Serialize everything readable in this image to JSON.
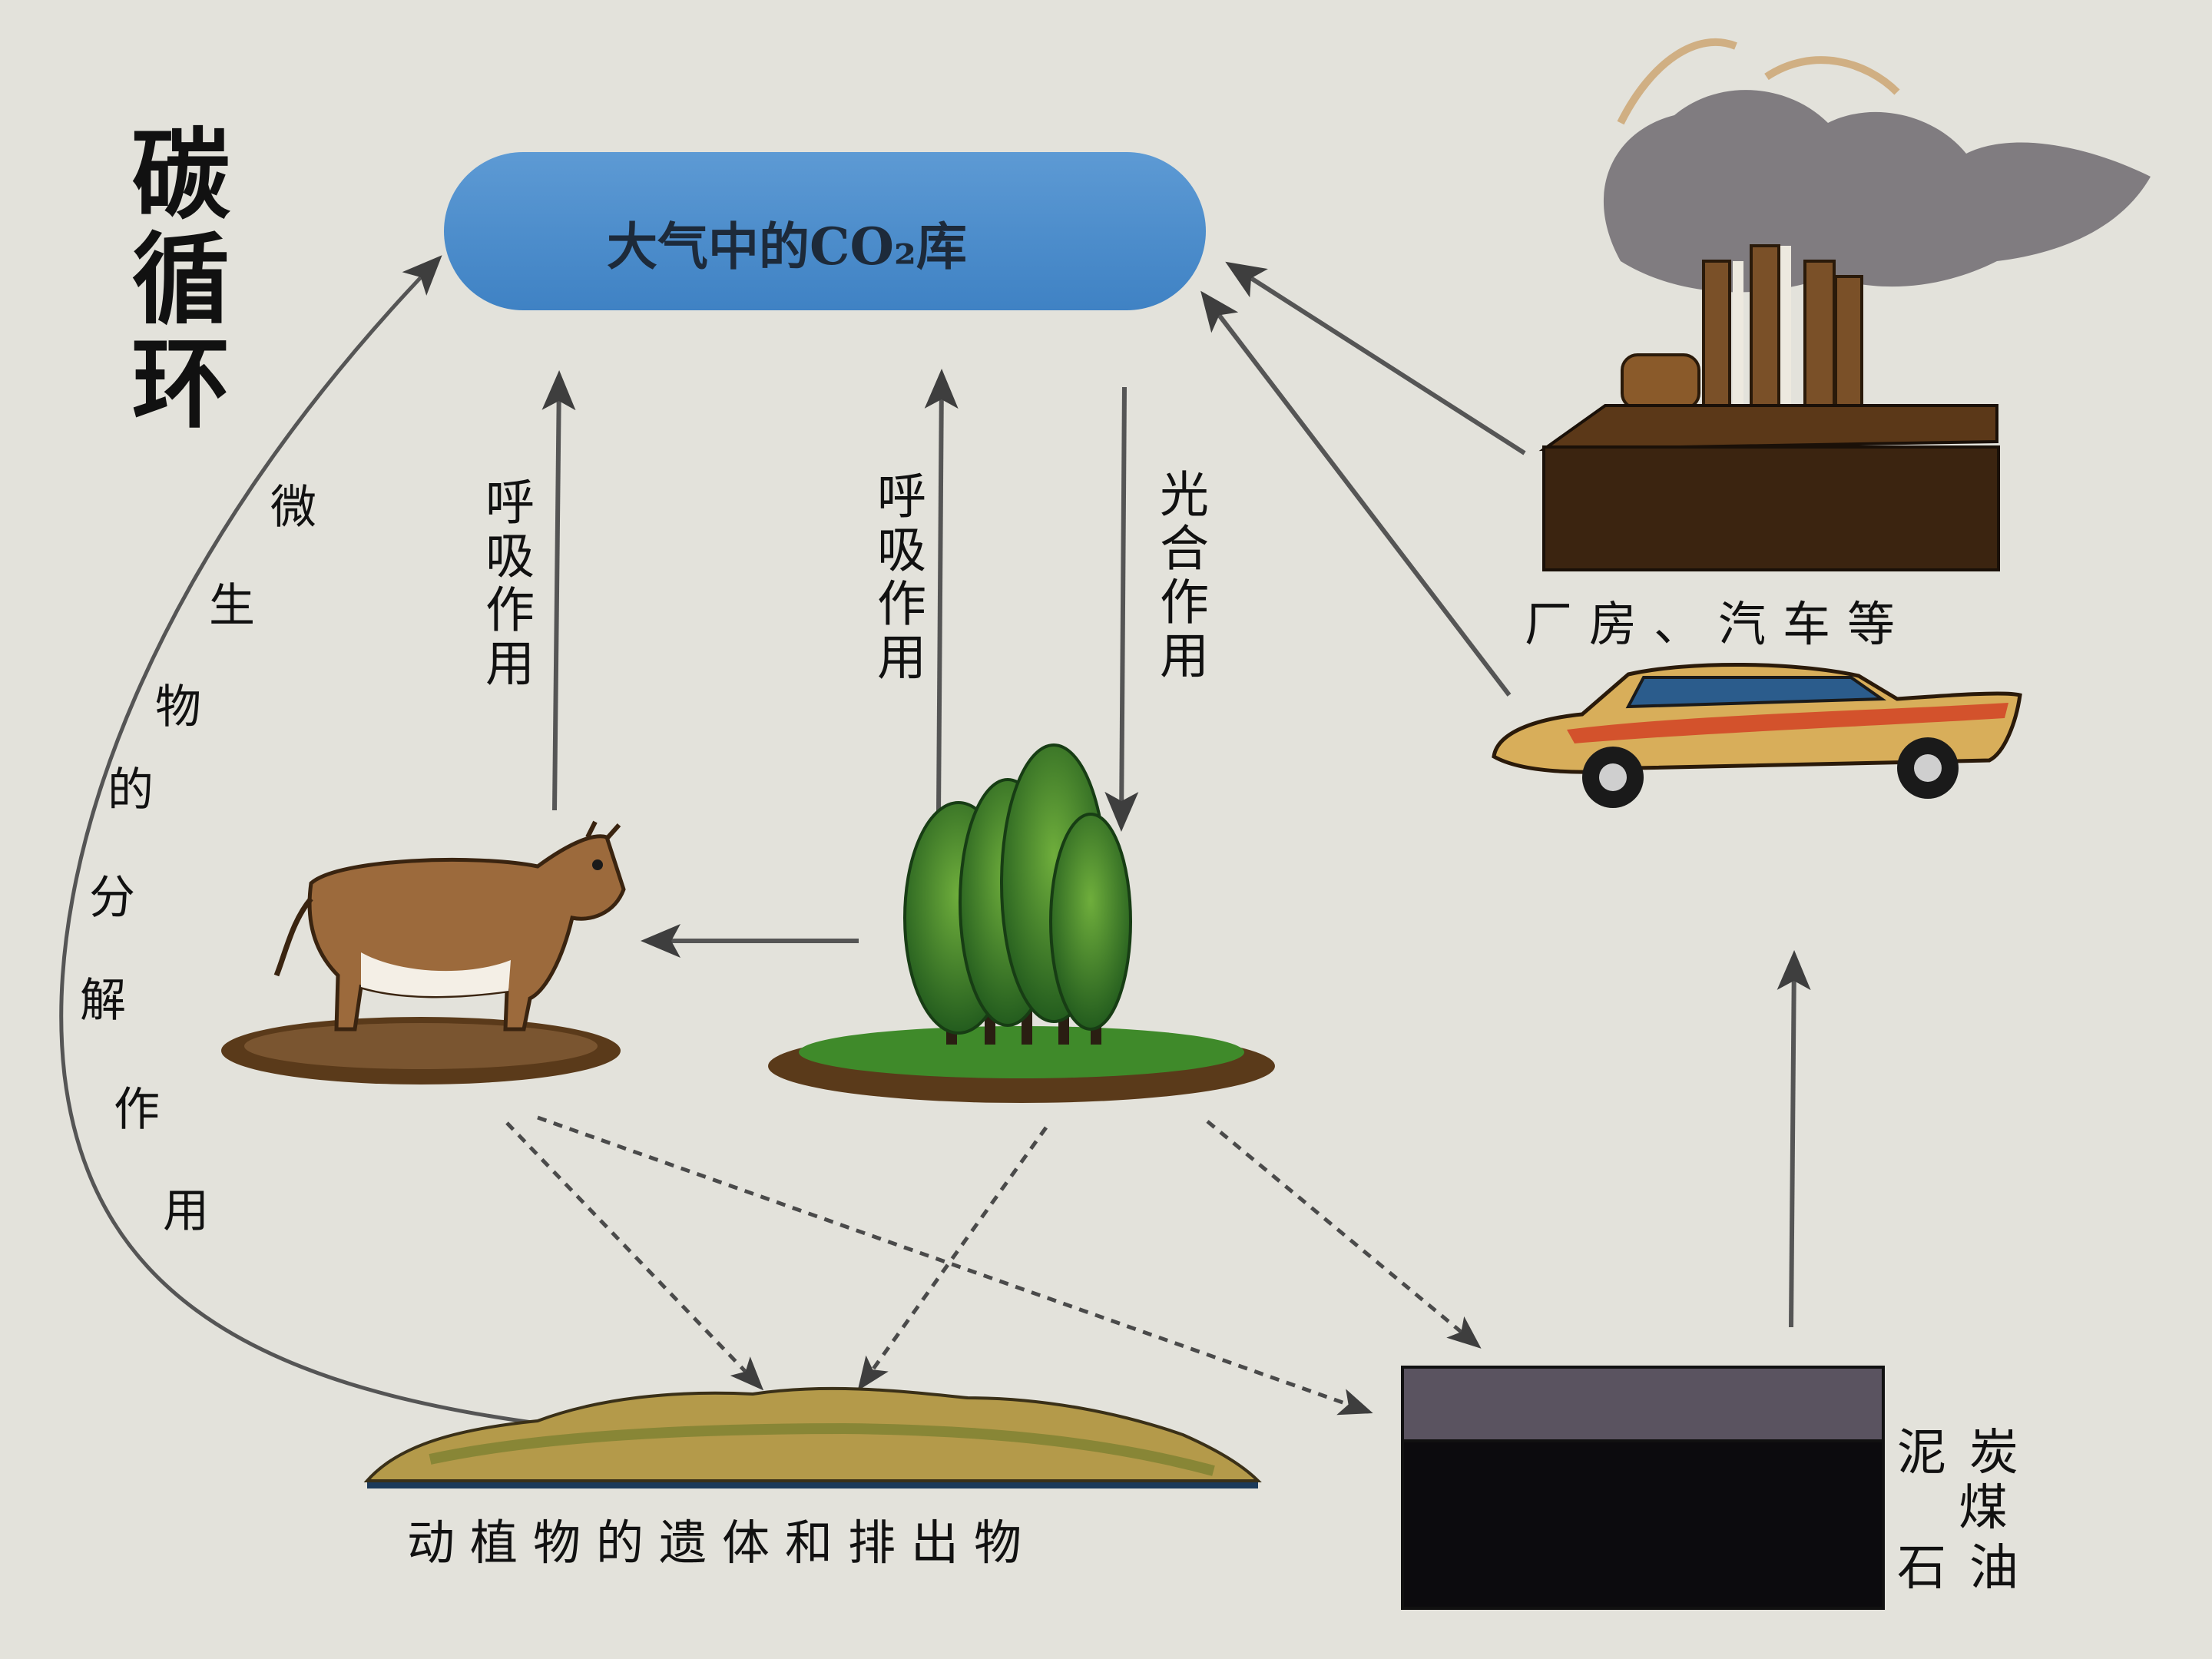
{
  "title": "碳循环",
  "atmosphere": {
    "label": "大气中的CO₂库"
  },
  "processes": {
    "respiration_animal": "呼吸作用",
    "respiration_plant": "呼吸作用",
    "photosynthesis": "光合作用",
    "microbial_decomposition": [
      "微",
      "生",
      "物",
      "的",
      "分",
      "解",
      "作",
      "用"
    ]
  },
  "nodes": {
    "factory_car": "厂房、汽车等",
    "remains": "动植物的遗体和排出物",
    "fossil_line1": "泥炭",
    "fossil_line2": "煤",
    "fossil_line3": "石油"
  },
  "icons": [
    "cow-icon",
    "trees-icon",
    "factory-icon",
    "car-icon",
    "remains-icon",
    "fossil-fuel-layer"
  ],
  "colors": {
    "background": "#e3e2db",
    "atmosphere": "#4f8fc9",
    "arrow": "#555555",
    "fossil_top": "#5a5360",
    "fossil_bottom": "#0c0b0e"
  }
}
